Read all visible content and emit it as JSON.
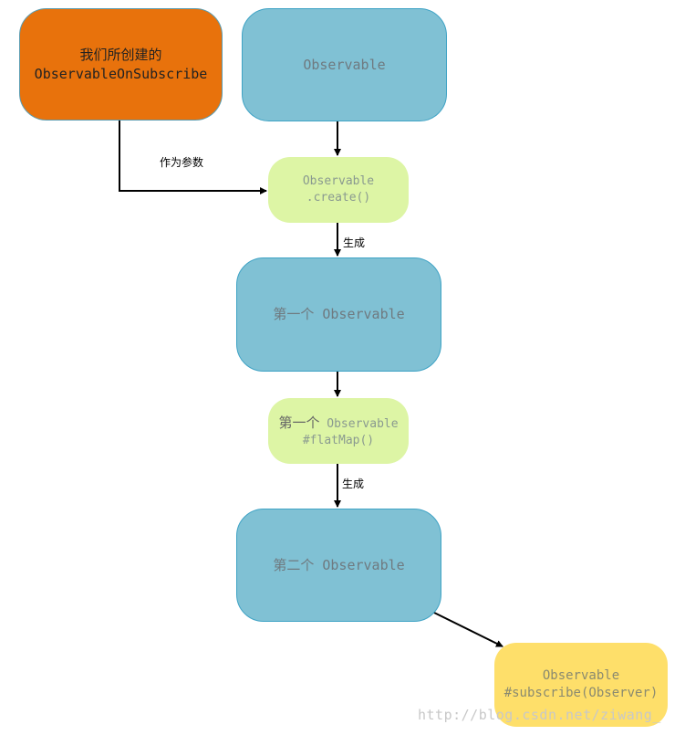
{
  "nodes": {
    "observable_on_subscribe": {
      "line1": "我们所创建的",
      "line2": "ObservableOnSubscribe"
    },
    "observable": {
      "label": "Observable"
    },
    "observable_create": {
      "line1": "Observable",
      "line2": ".create()"
    },
    "first_observable": {
      "label": "第一个 Observable"
    },
    "first_flatmap": {
      "line1_cn": "第一个",
      "line1_en": "Observable",
      "line2": "#flatMap()"
    },
    "second_observable": {
      "label": "第二个 Observable"
    },
    "observable_subscribe": {
      "line1": "Observable",
      "line2": "#subscribe(Observer)"
    }
  },
  "edges": {
    "as_param_label": "作为参数",
    "generate_label_1": "生成",
    "generate_label_2": "生成"
  },
  "watermark": "http://blog.csdn.net/ziwang_",
  "colors": {
    "orange": "#e8720c",
    "blue": "#80c1d4",
    "green": "#ddf5a5",
    "yellow": "#fedf6a"
  }
}
